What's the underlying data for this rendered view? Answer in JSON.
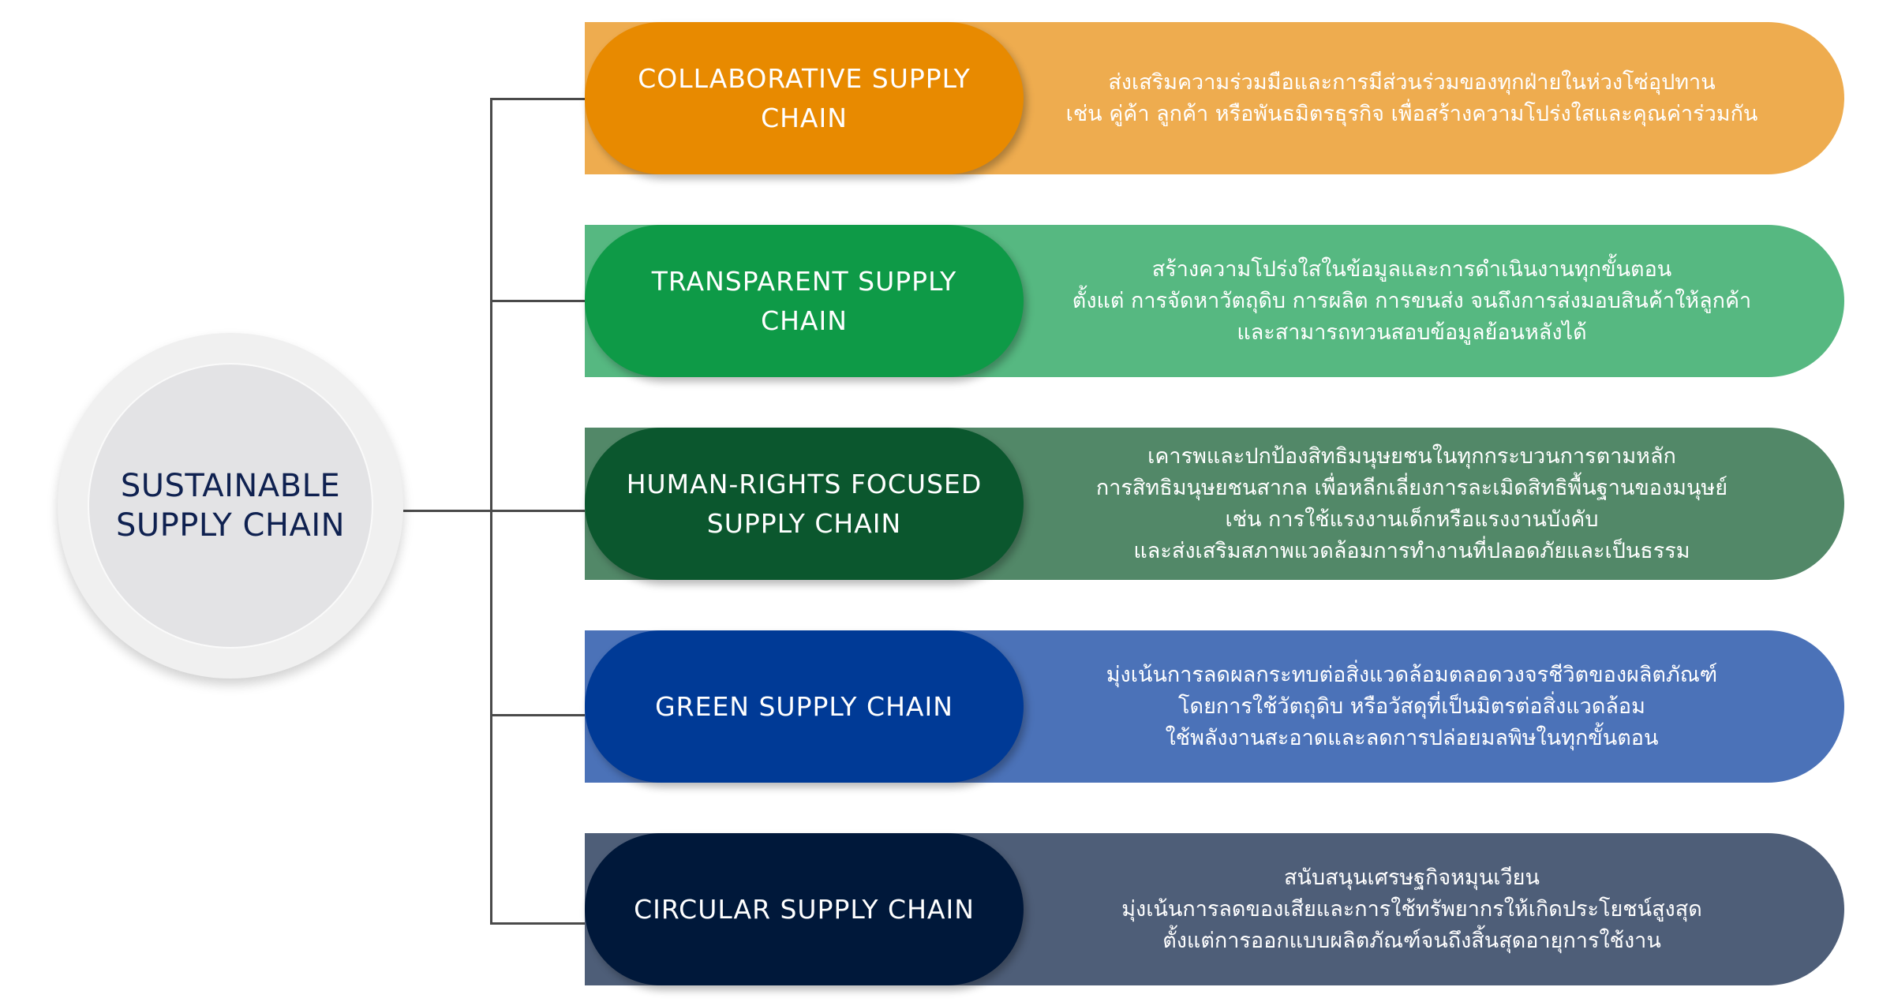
{
  "hub": {
    "title": "SUSTAINABLE SUPPLY CHAIN",
    "text_color": "#0F2150"
  },
  "branches": [
    {
      "label": "COLLABORATIVE SUPPLY CHAIN",
      "label_color": "#E88A00",
      "desc_color": "#EEAC4F",
      "description": [
        "ส่งเสริมความร่วมมือและการมีส่วนร่วมของทุกฝ่ายในห่วงโซ่อุปทาน",
        "เช่น คู่ค้า ลูกค้า หรือพันธมิตรธุรกิจ เพื่อสร้างความโปร่งใสและคุณค่าร่วมกัน"
      ]
    },
    {
      "label": "TRANSPARENT SUPPLY CHAIN",
      "label_color": "#0E9A47",
      "desc_color": "#56B881",
      "description": [
        "สร้างความโปร่งใสในข้อมูลและการดำเนินงานทุกขั้นตอน",
        "ตั้งแต่ การจัดหาวัตถุดิบ การผลิต การขนส่ง จนถึงการส่งมอบสินค้าให้ลูกค้า",
        "และสามารถทวนสอบข้อมูลย้อนหลังได้"
      ]
    },
    {
      "label": "HUMAN-RIGHTS FOCUSED SUPPLY CHAIN",
      "label_color": "#0B572E",
      "desc_color": "#528868",
      "description": [
        "เคารพและปกป้องสิทธิมนุษยชนในทุกกระบวนการตามหลัก",
        "การสิทธิมนุษยชนสากล เพื่อหลีกเลี่ยงการละเมิดสิทธิพื้นฐานของมนุษย์",
        "เช่น การใช้แรงงานเด็กหรือแรงงานบังคับ",
        "และส่งเสริมสภาพแวดล้อมการทำงานที่ปลอดภัยและเป็นธรรม"
      ]
    },
    {
      "label": "GREEN SUPPLY CHAIN",
      "label_color": "#003A96",
      "desc_color": "#4B72B8",
      "description": [
        "มุ่งเน้นการลดผลกระทบต่อสิ่งแวดล้อมตลอดวงจรชีวิตของผลิตภัณฑ์",
        "โดยการใช้วัตถุดิบ หรือวัสดุที่เป็นมิตรต่อสิ่งแวดล้อม",
        "ใช้พลังงานสะอาดและลดการปล่อยมลพิษในทุกขั้นตอน"
      ]
    },
    {
      "label": "CIRCULAR SUPPLY CHAIN",
      "label_color": "#00183A",
      "desc_color": "#4E5E78",
      "description": [
        "สนับสนุนเศรษฐกิจหมุนเวียน",
        "มุ่งเน้นการลดของเสียและการใช้ทรัพยากรให้เกิดประโยชน์สูงสุด",
        "ตั้งแต่การออกแบบผลิตภัณฑ์จนถึงสิ้นสุดอายุการใช้งาน"
      ]
    }
  ]
}
